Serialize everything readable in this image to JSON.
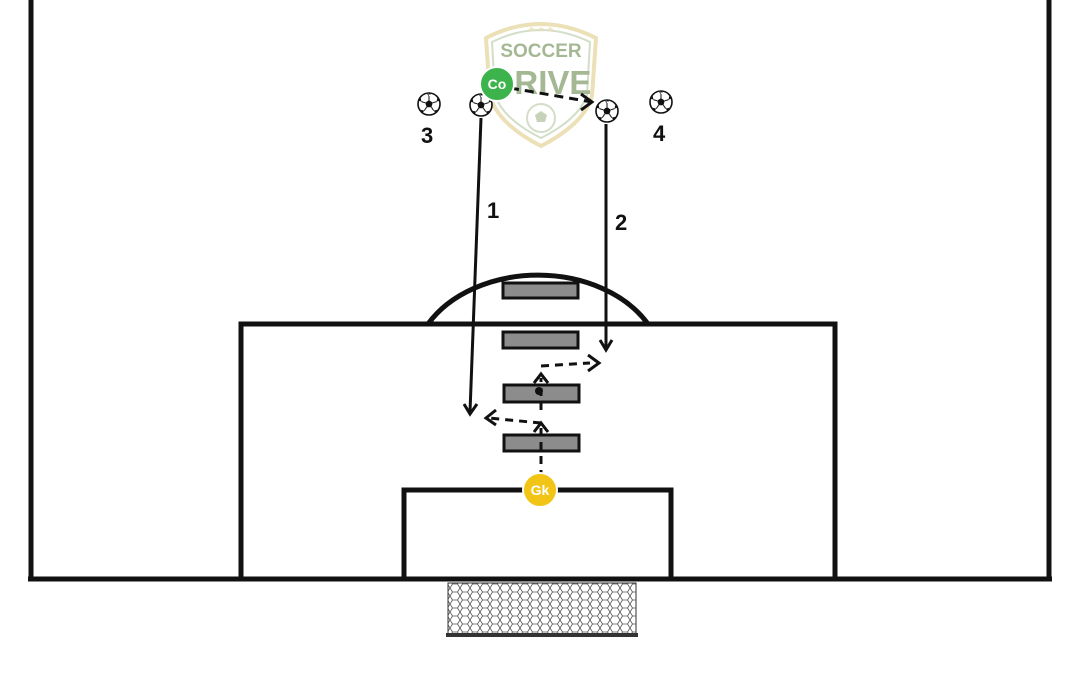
{
  "colors": {
    "line": "#111111",
    "hurdle": "#8c8c8c",
    "coach": "#3cb44b",
    "goalkeeper": "#f2c416",
    "logo_green": "#8fa77a",
    "logo_gold": "#e8d9a6",
    "net": "#555555"
  },
  "logo": {
    "top": "SOCCER",
    "bottom": "DRIVE"
  },
  "players": {
    "coach": {
      "label": "Co"
    },
    "goalkeeper": {
      "label": "Gk"
    }
  },
  "labels": {
    "run1": "1",
    "run2": "2",
    "ball3": "3",
    "ball4": "4"
  },
  "icons": {
    "ball": "soccer-ball-icon"
  }
}
